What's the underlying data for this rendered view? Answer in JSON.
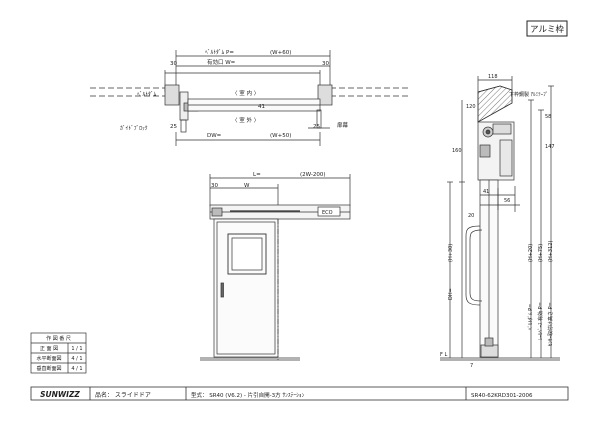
{
  "corner_tag": "アルミ枠",
  "plan": {
    "top_label_1": "ﾍﾞﾙﾄﾀﾞﾑ P=",
    "top_label_1_value": "(W+60)",
    "top_label_2": "有効口 W=",
    "left_dim": "30",
    "right_dim": "30",
    "left_label_1": "ﾍﾞﾙﾄﾀﾞﾑ",
    "left_label_2": "ｶﾞｲﾄﾞﾌﾞﾛｯｸ",
    "indoor_label_top": "〈 室 内 〉",
    "indoor_label_bottom": "〈 室 外 〉",
    "thickness": "41",
    "left_small_dim": "25",
    "right_small_dim": "25",
    "right_label": "扉幕",
    "bottom_label": "DW=",
    "bottom_label_value": "(W+50)"
  },
  "elevation": {
    "top_dim_L": "L=",
    "top_dim_L_value": "(2W-200)",
    "W_label": "W",
    "left_dim": "30",
    "brand_text": "ECO"
  },
  "section": {
    "dim_118": "118",
    "dim_120": "120",
    "dim_58": "58",
    "dim_160": "160",
    "dim_147": "147",
    "dim_41": "41",
    "dim_56": "56",
    "dim_20": "20",
    "label_bracket": "下枠鋼製 ｱﾙﾐﾃｰﾌﾟ",
    "v_labels": [
      "(H+30)",
      "(H+20)",
      "(H+75)",
      "(H+312)"
    ],
    "v_labels_2": [
      "DH=",
      "ﾍﾞﾙﾄﾀﾞﾑ P=",
      "ﾚｰﾙﾍﾞｰｽ 有効 P=",
      "ｾﾝｻｰ取付け高さ P="
    ],
    "fl_label": "F L",
    "bottom_dim": "7"
  },
  "scale_table": {
    "header": "作 図 番 尺",
    "rows": [
      {
        "label": "正 面 図",
        "value": "1 / 1"
      },
      {
        "label": "水平断面図",
        "value": "4 / 1"
      },
      {
        "label": "垂直断面図",
        "value": "4 / 1"
      }
    ]
  },
  "title_block": {
    "brand": "SUNWIZZ",
    "product_label": "品名： スライドドア",
    "model_label": "型式： SR40 (V6.2) - 片引自開-3方 ｻﾝｽﾃｰｼｮﾝ",
    "drawing_no": "SR40-62KRD301-2006"
  }
}
